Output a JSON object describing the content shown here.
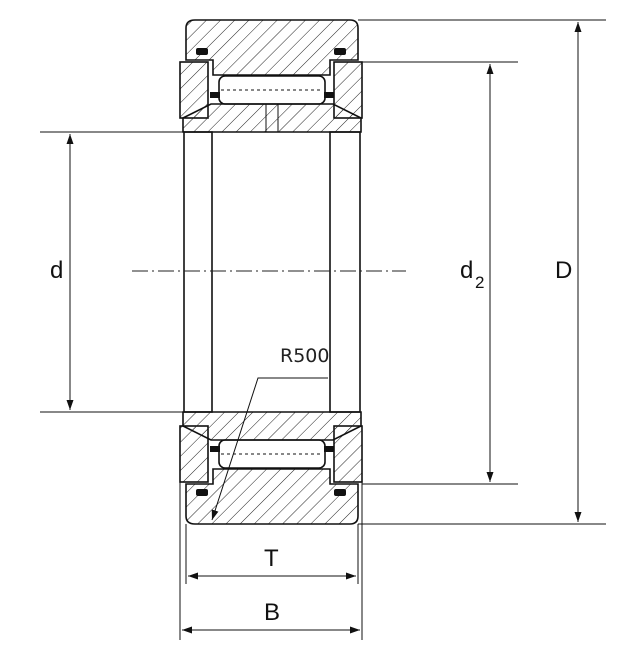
{
  "labels": {
    "bore_d": "d",
    "track_dia_main": "d",
    "track_dia_sub": "2",
    "outer_D": "D",
    "width_T": "T",
    "width_B": "B",
    "radius_callout": "R500"
  },
  "colors": {
    "line": "#111111",
    "background": "#ffffff"
  }
}
